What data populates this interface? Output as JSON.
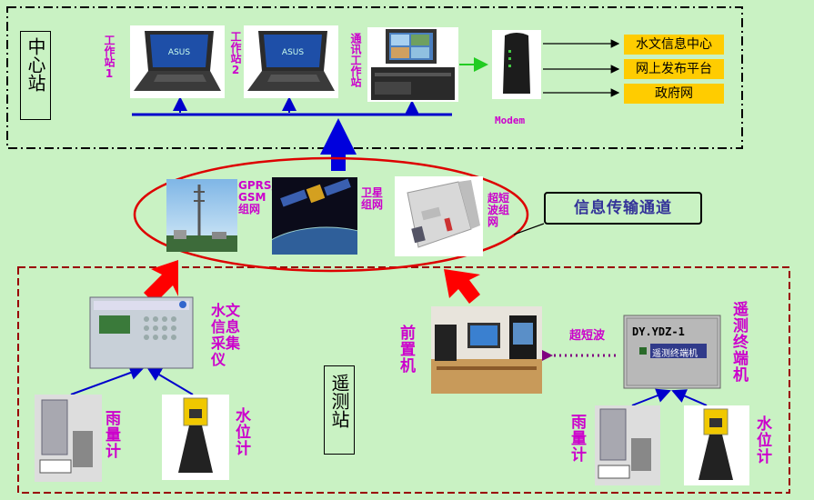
{
  "center": {
    "title": "中心站",
    "ws1": "工作站1",
    "ws2": "工作站2",
    "comm": "通讯工作站",
    "modem": "Modem",
    "outputs": [
      "水文信息中心",
      "网上发布平台",
      "政府网"
    ]
  },
  "network": {
    "gprs": "GPRS/GSM组网",
    "satellite": "卫星组网",
    "uhf": "超短波组网",
    "channel_label": "信息传输通道"
  },
  "remote": {
    "title": "遥测站",
    "collector": "水文信息采集仪",
    "rain_left": "雨量计",
    "level_left": "水位计",
    "front_pc": "前置机",
    "uhf_label": "超短波",
    "terminal": "遥测终端机",
    "terminal_box_title": "DY.YDZ-1",
    "terminal_box_name": "遥测终端机",
    "rain_right": "雨量计",
    "level_right": "水位计"
  },
  "colors": {
    "background": "#c9f2c3",
    "center_border": "#000000",
    "remote_border": "#990000",
    "label": "#cc00cc",
    "output_box": "#ffcc00",
    "ellipse": "#dd0000"
  }
}
